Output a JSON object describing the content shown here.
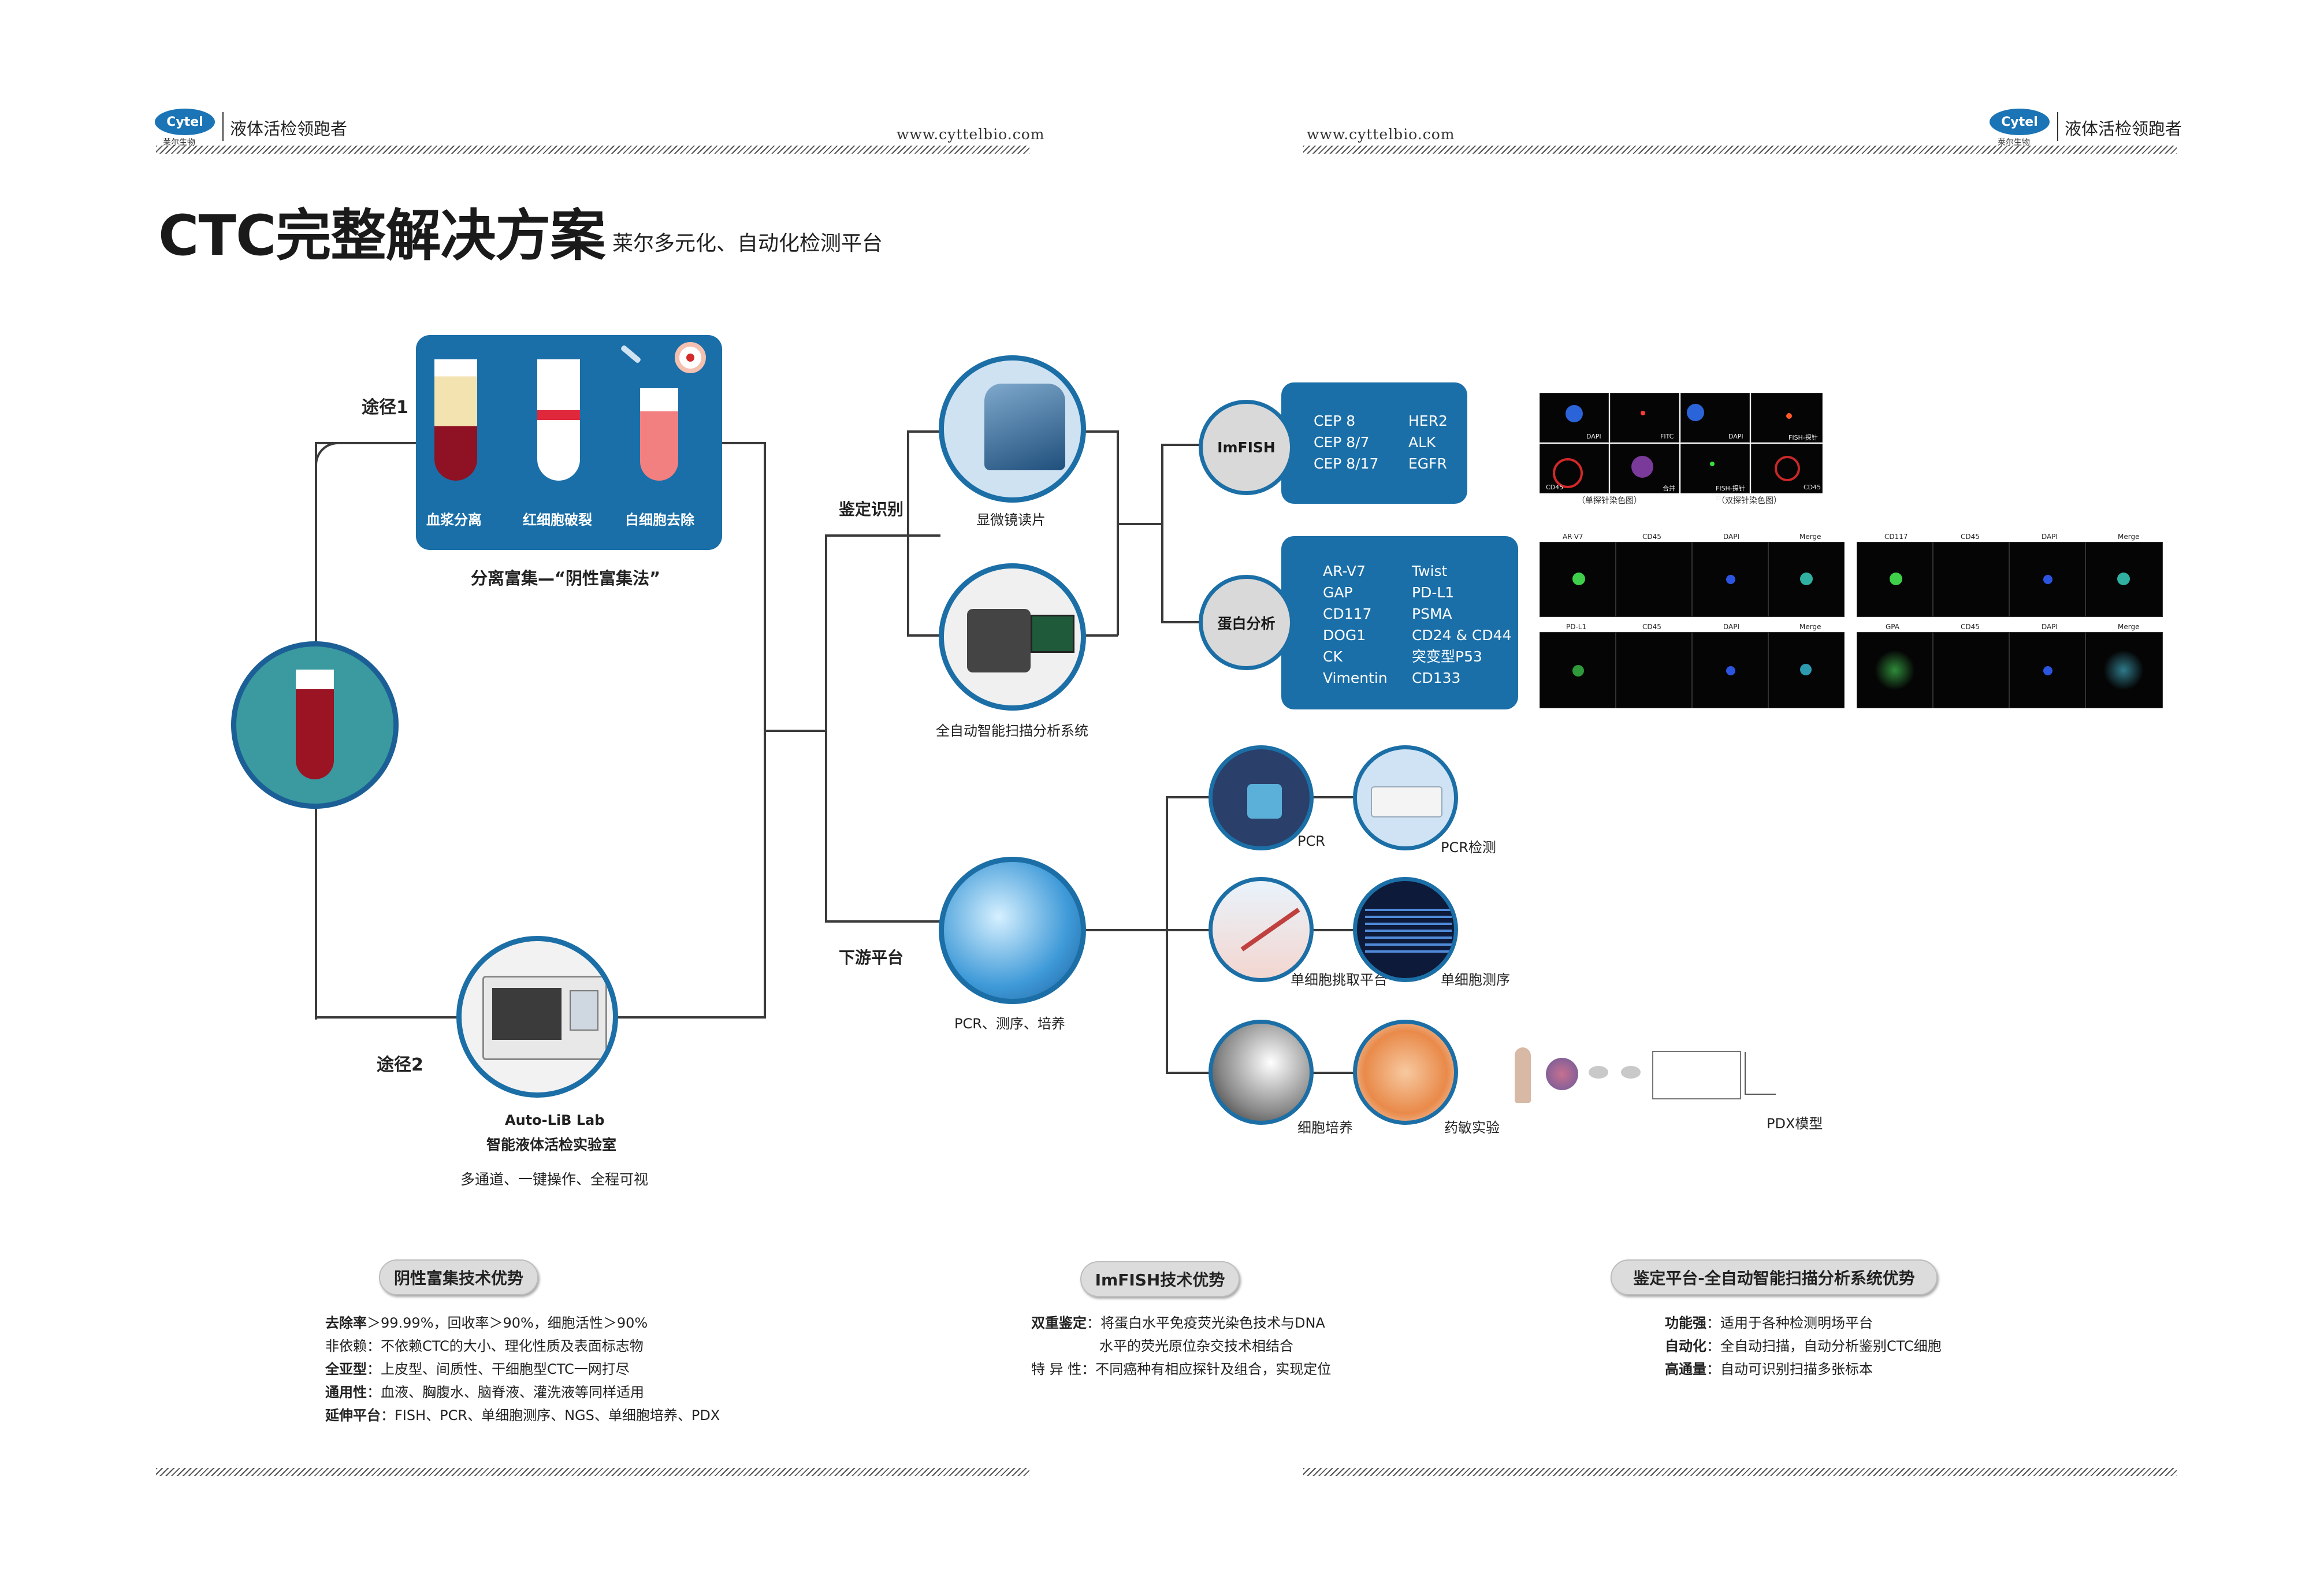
{
  "header": {
    "logo_text": "Cytel",
    "logo_sub": "莱尔生物",
    "slogan": "液体活检领跑者",
    "url": "www.cyttelbio.com"
  },
  "title": {
    "main": "CTC完整解决方案",
    "subtitle": "莱尔多元化、自动化检测平台"
  },
  "route1": {
    "label": "途径1",
    "steps": [
      "血浆分离",
      "红细胞破裂",
      "白细胞去除"
    ],
    "caption": "分离富集—“阴性富集法”"
  },
  "route2": {
    "label": "途径2",
    "name": "Auto-LiB Lab",
    "name_cn": "智能液体活检实验室",
    "desc": "多通道、一键操作、全程可视"
  },
  "branches": {
    "identify": "鉴定识别",
    "downstream": "下游平台"
  },
  "identify_nodes": {
    "microscope": "显微镜读片",
    "scanner": "全自动智能扫描分析系统"
  },
  "imfish": {
    "label": "ImFISH",
    "col1": [
      "CEP 8",
      "CEP 8/7",
      "CEP 8/17"
    ],
    "col2": [
      "HER2",
      "ALK",
      "EGFR"
    ],
    "image_labels": [
      "DAPI",
      "FITC",
      "DAPI",
      "FISH-探针A",
      "CD45",
      "合并",
      "FISH-探针组",
      "CD45"
    ],
    "captions": [
      "（单探针染色图）",
      "（双探针染色图）"
    ]
  },
  "protein": {
    "label": "蛋白分析",
    "col1": [
      "AR-V7",
      "GAP",
      "CD117",
      "DOG1",
      "CK",
      "Vimentin"
    ],
    "col2": [
      "Twist",
      "PD-L1",
      "PSMA",
      "CD24 & CD44",
      "突变型P53",
      "CD133"
    ],
    "panel1_row1": [
      "AR-V7",
      "CD45",
      "DAPI",
      "Merge"
    ],
    "panel1_row2": [
      "PD-L1",
      "CD45",
      "DAPI",
      "Merge"
    ],
    "panel2_row1": [
      "CD117",
      "CD45",
      "DAPI",
      "Merge"
    ],
    "panel2_row2": [
      "GPA",
      "CD45",
      "DAPI",
      "Merge"
    ]
  },
  "downstream": {
    "hub": "PCR、测序、培养",
    "items": [
      "PCR",
      "PCR检测",
      "单细胞挑取平台",
      "单细胞测序",
      "细胞培养",
      "药敏实验",
      "PDX模型"
    ]
  },
  "advantages": [
    {
      "title": "阴性富集技术优势",
      "lines": [
        {
          "key": "去除率",
          "text": "＞99.99%，回收率＞90%，细胞活性＞90%"
        },
        {
          "key": "",
          "text": "非依赖：不依赖CTC的大小、理化性质及表面标志物"
        },
        {
          "key": "全亚型",
          "text": "：上皮型、间质性、干细胞型CTC一网打尽"
        },
        {
          "key": "通用性",
          "text": "：血液、胸腹水、脑脊液、灌洗液等同样适用"
        },
        {
          "key": "延伸平台",
          "text": "：FISH、PCR、单细胞测序、NGS、单细胞培养、PDX"
        }
      ]
    },
    {
      "title": "ImFISH技术优势",
      "lines": [
        {
          "key": "双重鉴定",
          "text": "：将蛋白水平免疫荧光染色技术与DNA"
        },
        {
          "key": "",
          "text": "水平的荧光原位杂交技术相结合"
        },
        {
          "key": "",
          "text": "特 异 性：不同癌种有相应探针及组合，实现定位"
        }
      ]
    },
    {
      "title": "鉴定平台-全自动智能扫描分析系统优势",
      "lines": [
        {
          "key": "功能强",
          "text": "：适用于各种检测明场平台"
        },
        {
          "key": "自动化",
          "text": "：全自动扫描，自动分析鉴别CTC细胞"
        },
        {
          "key": "高通量",
          "text": "：自动可识别扫描多张标本"
        }
      ]
    }
  ],
  "colors": {
    "brand_blue": "#1a6fa8",
    "node_grey": "#d9d9d9",
    "blood_red": "#8b1020"
  }
}
